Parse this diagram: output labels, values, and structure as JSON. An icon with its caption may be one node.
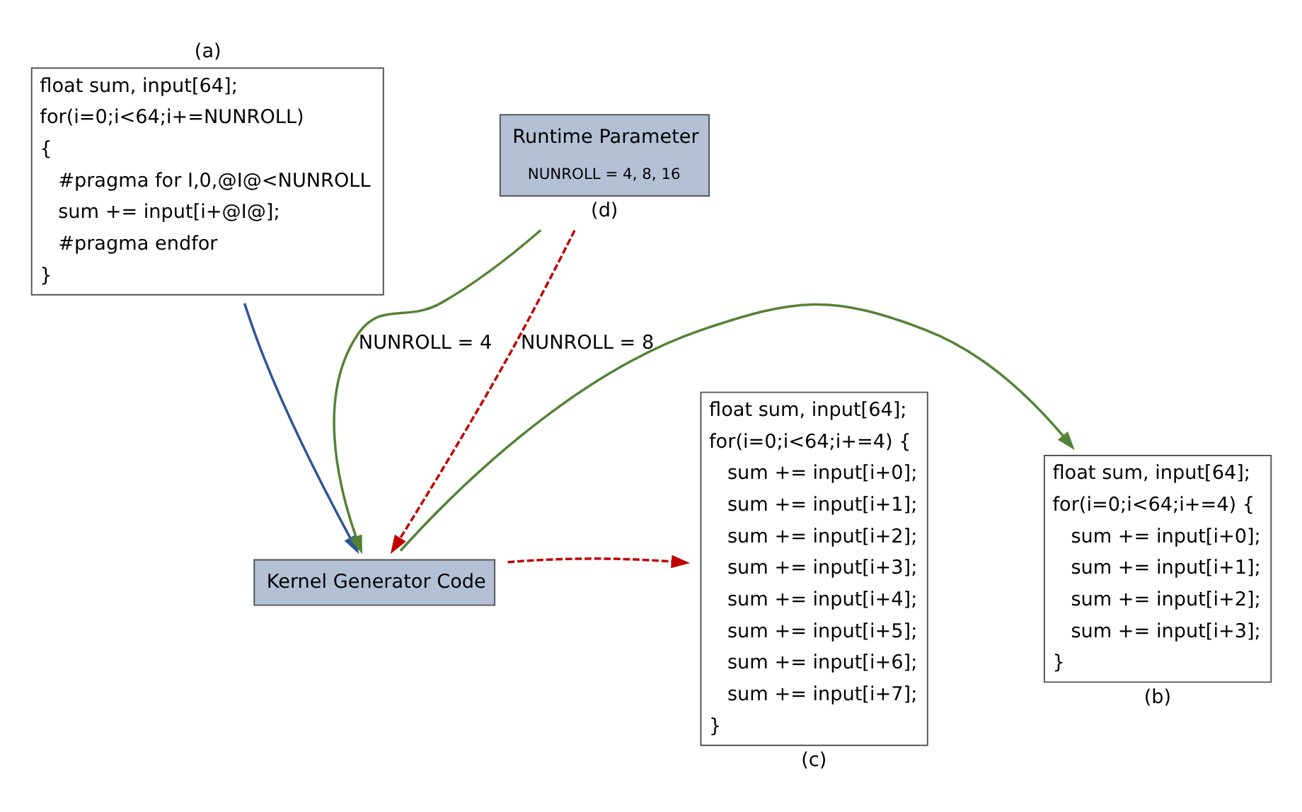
{
  "diagram": {
    "nodes": [
      {
        "text": [
          "float sum, input[64];",
          "for(i=0;i<64;i+=NUNROLL)",
          "{",
          "#pragma for I,0,@I@<NUNROLL",
          "sum += input[i+@I@];",
          "#pragma endfor",
          "}"
        ],
        "beside": [
          "(a)"
        ]
      },
      {
        "text": [
          "float sum, input[64];",
          "for(i=0;i<64;i+=4) {",
          "sum += input[i+0];",
          "sum += input[i+1];",
          "sum += input[i+2];",
          "sum += input[i+3];",
          "}"
        ],
        "beside": [
          "(b)"
        ]
      },
      {
        "text": [
          "Kernel Generator Code"
        ]
      },
      {
        "text": [
          "float sum, input[64];",
          "for(i=0;i<64;i+=4) {",
          "sum += input[i+0];",
          "sum += input[i+1];",
          "sum += input[i+2];",
          "sum += input[i+3];",
          "sum += input[i+4];",
          "sum += input[i+5];",
          "sum += input[i+6];",
          "sum += input[i+7];",
          "}"
        ],
        "beside": [
          "(c)"
        ]
      },
      {
        "text": [
          "Runtime Parameter",
          "NUNROLL = 4, 8, 16"
        ],
        "beside": [
          "(d)"
        ]
      }
    ],
    "edges": [
      {
        "from": 0,
        "to": 2,
        "arrow": "to",
        "color": "#2f5597"
      },
      {
        "from": 2,
        "to": 1,
        "arrow": "to",
        "color": "#548235"
      },
      {
        "from": 2,
        "to": 3,
        "arrow": "to",
        "style": "dashed",
        "color": "#c00000"
      },
      {
        "from": 4,
        "to": 2,
        "arrow": "to",
        "label": "NUNROLL = 4",
        "color": "#548235"
      },
      {
        "from": 4,
        "to": 2,
        "arrow": "to",
        "label": "NUNROLL = 8",
        "style": "dashed",
        "color": "#c00000"
      }
    ]
  }
}
